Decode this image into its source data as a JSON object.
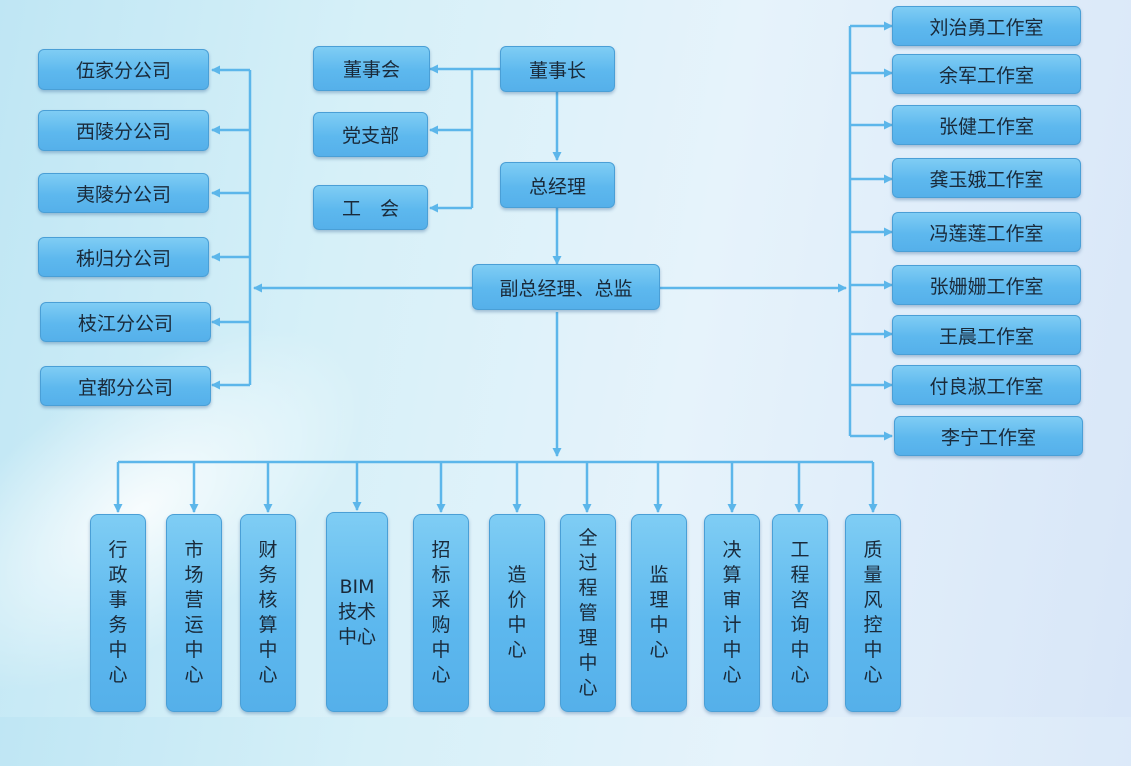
{
  "top": {
    "chairman": "董事长",
    "board": "董事会",
    "party_branch": "党支部",
    "union": "工　会",
    "general_manager": "总经理",
    "deputy": "副总经理、总监"
  },
  "branches": [
    "伍家分公司",
    "西陵分公司",
    "夷陵分公司",
    "秭归分公司",
    "枝江分公司",
    "宜都分公司"
  ],
  "studios": [
    "刘治勇工作室",
    "余军工作室",
    "张健工作室",
    "龚玉娥工作室",
    "冯莲莲工作室",
    "张姗姗工作室",
    "王晨工作室",
    "付良淑工作室",
    "李宁工作室"
  ],
  "centers": [
    "行政事务中心",
    "市场营运中心",
    "财务核算中心",
    "BIM技术中心",
    "招标采购中心",
    "造价中心",
    "全过程管理中心",
    "监理中心",
    "决算审计中心",
    "工程咨询中心",
    "质量风控中心"
  ],
  "colors": {
    "line": "#5cb6ea",
    "box": "#5db8ee",
    "text": "#1a2a3a"
  }
}
